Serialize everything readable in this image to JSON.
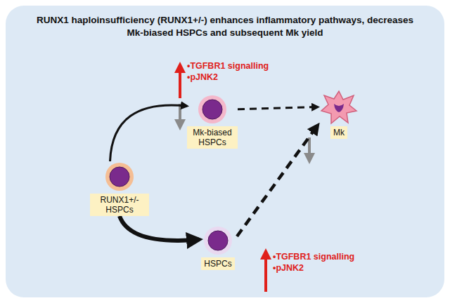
{
  "diagram": {
    "title": "RUNX1 haploinsufficiency (RUNX1+/-) enhances inflammatory pathways, decreases Mk-biased HSPCs and subsequent Mk yield",
    "nodes": [
      {
        "text": [
          "RUNX1+/- HSPCs"
        ]
      },
      {
        "text": [
          "Mk-biased HSPCs"
        ]
      },
      {
        "text": [
          "Mk"
        ]
      },
      {
        "text": [
          "HSPCs"
        ]
      }
    ],
    "edges": [
      {
        "from": 0,
        "to": 1,
        "arrow": "to"
      },
      {
        "from": 0,
        "to": 3,
        "arrow": "to"
      },
      {
        "from": 1,
        "to": 2,
        "arrow": "to"
      },
      {
        "from": 3,
        "to": 2,
        "arrow": "to"
      }
    ],
    "labels": [
      "•TGFBR1 signalling",
      "•pJNK2",
      "•TGFBR1 signalling",
      "•pJNK2"
    ]
  }
}
